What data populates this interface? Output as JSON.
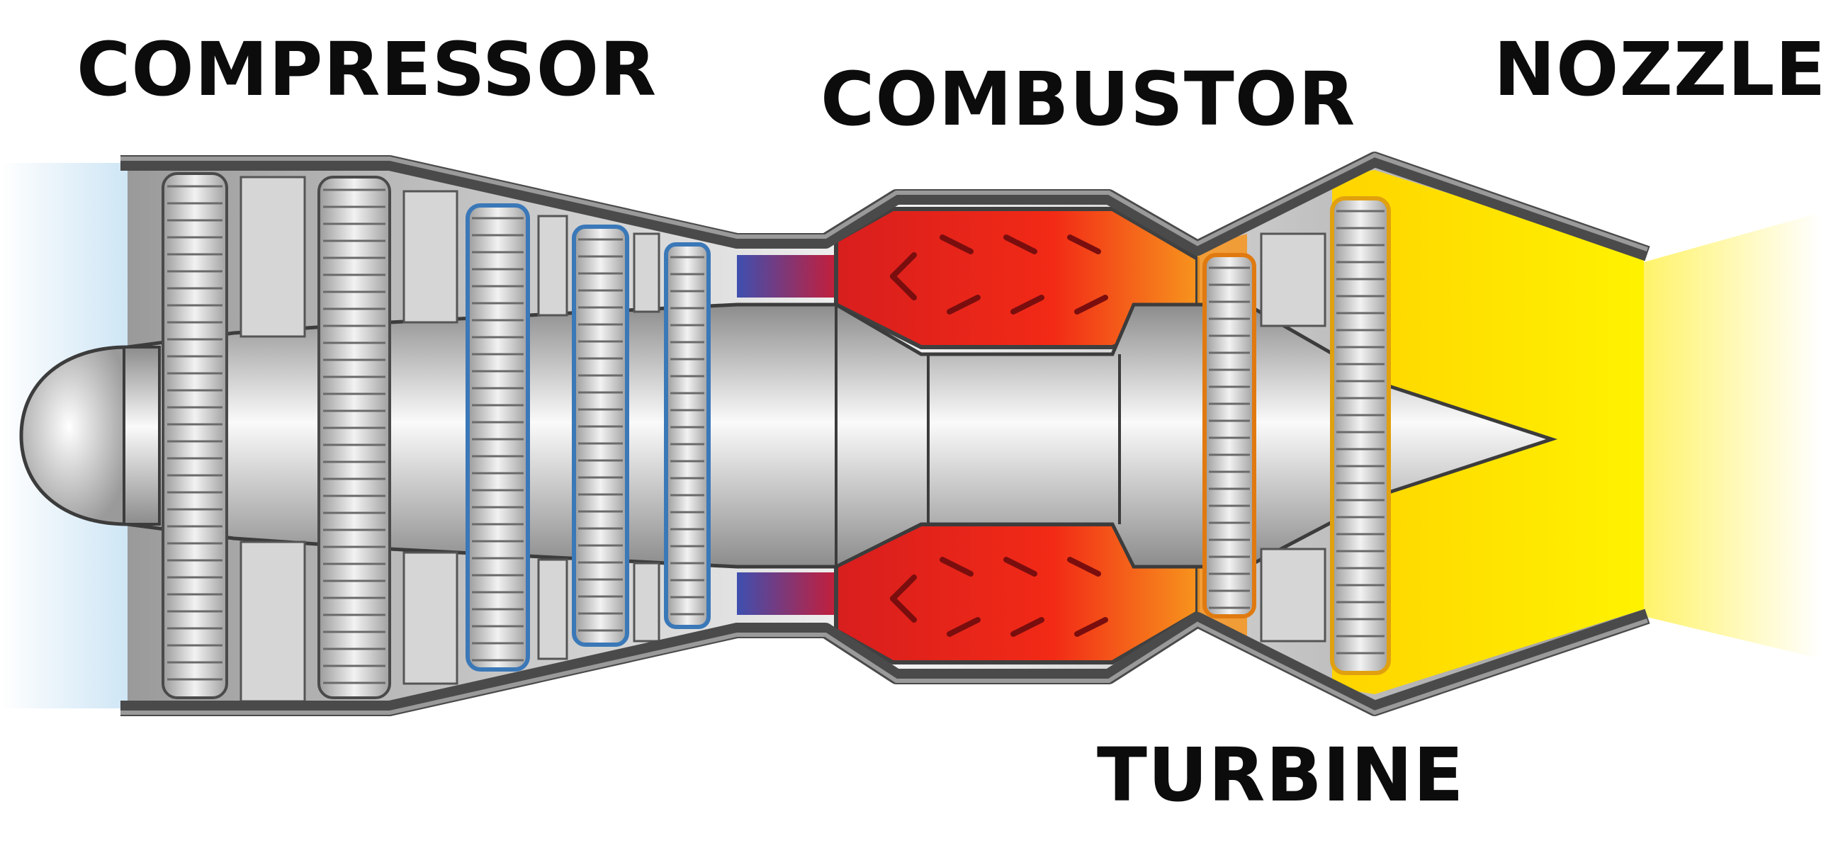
{
  "labels": {
    "compressor": "COMPRESSOR",
    "combustor": "COMBUSTOR",
    "nozzle": "NOZZLE",
    "turbine": "TURBINE"
  },
  "colors": {
    "casing": "#5a5a5a",
    "metal_light": "#f2f2f2",
    "metal_dark": "#8a8a8a",
    "intake_air": "#cfe6f5",
    "compressor_air": "#4f8fd0",
    "combustion_red": "#ef2a1a",
    "combustion_orange": "#f7941d",
    "exhaust_yellow": "#fff200",
    "label_text": "#0c0c0c"
  },
  "compressor_stage_count": 5,
  "turbine_stage_count": 2
}
